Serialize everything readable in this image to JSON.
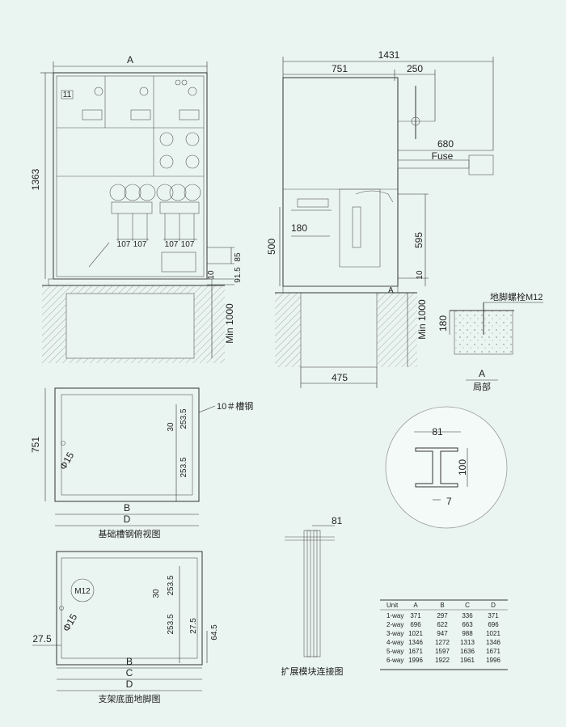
{
  "front_view": {
    "dim_A": "A",
    "height": "1363",
    "spacings": [
      "107",
      "107",
      "107",
      "107"
    ],
    "dim_85": "85",
    "dim_10": "10",
    "dim_91_5": "91.5",
    "min_depth": "Min 1000"
  },
  "side_view": {
    "total": "1431",
    "d751": "751",
    "d250": "250",
    "d680": "680",
    "fuse": "Fuse",
    "d180": "180",
    "d500": "500",
    "d595": "595",
    "d10": "10",
    "min_depth": "Min 1000",
    "d475": "475",
    "marker_A": "A"
  },
  "detail": {
    "label": "地脚螺栓M12",
    "d180": "180",
    "marker": "A",
    "caption": "局部"
  },
  "channel_plan": {
    "d751": "751",
    "d30": "30",
    "d253_5a": "253.5",
    "d253_5b": "253.5",
    "phi15": "Φ15",
    "channel_label": "10＃槽钢",
    "dim_B": "B",
    "dim_D": "D",
    "caption": "基础槽钢俯视图"
  },
  "beam": {
    "d81": "81",
    "d100": "100",
    "d7": "7"
  },
  "expansion": {
    "d81": "81",
    "caption": "扩展模块连接图"
  },
  "bracket_plan": {
    "m12": "M12",
    "phi15": "Φ15",
    "d253_5a": "253.5",
    "d30": "30",
    "d253_5b": "253.5",
    "d27_5": "27.5",
    "d64_5": "64.5",
    "d27_5_left": "27.5",
    "dim_B": "B",
    "dim_C": "C",
    "dim_D": "D",
    "caption": "支架底面地脚图"
  },
  "table": {
    "headers": [
      "Unit",
      "A",
      "B",
      "C",
      "D"
    ],
    "rows": [
      [
        "1-way",
        "371",
        "297",
        "336",
        "371"
      ],
      [
        "2-way",
        "696",
        "622",
        "663",
        "696"
      ],
      [
        "3-way",
        "1021",
        "947",
        "988",
        "1021"
      ],
      [
        "4-way",
        "1346",
        "1272",
        "1313",
        "1346"
      ],
      [
        "5-way",
        "1671",
        "1597",
        "1636",
        "1671"
      ],
      [
        "6-way",
        "1996",
        "1922",
        "1961",
        "1996"
      ]
    ]
  }
}
